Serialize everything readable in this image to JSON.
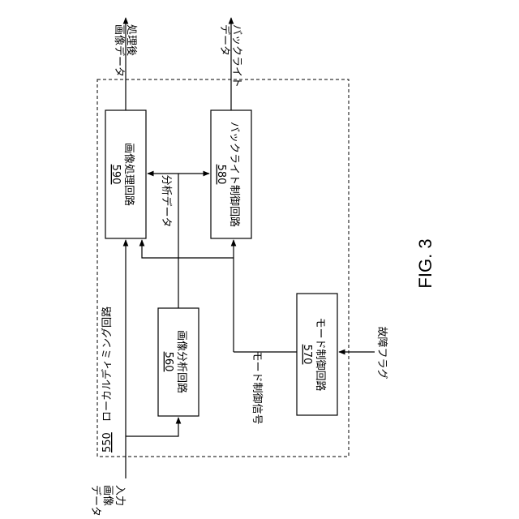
{
  "figure_label": "FIG. 3",
  "circuit": {
    "label": "ローカルディミング回路",
    "number": "550"
  },
  "blocks": {
    "image_processing": {
      "label": "画像処理回路",
      "number": "590"
    },
    "backlight_control": {
      "label": "バックライト制御回路",
      "number": "580"
    },
    "image_analysis": {
      "label": "画像分析回路",
      "number": "560"
    },
    "mode_control": {
      "label": "モード制御回路",
      "number": "570"
    }
  },
  "signals": {
    "input_image_lines": [
      "入力",
      "画像",
      "データ"
    ],
    "processed_image_lines": [
      "処理後",
      "画像データ"
    ],
    "backlight_data_lines": [
      "バックライト",
      "データ"
    ],
    "analysis_data": "分析データ",
    "mode_control_signal": "モード制御信号",
    "fault_flag": "故障フラグ"
  }
}
